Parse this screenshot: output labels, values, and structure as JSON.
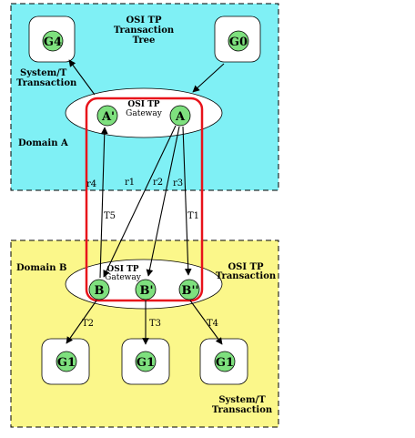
{
  "domain_a": {
    "label": "Domain A",
    "tree_title": [
      "OSI TP",
      "Transaction",
      "Tree"
    ],
    "system_t_label": [
      "System/T",
      "Transaction"
    ],
    "gateway_label": [
      "OSI TP",
      "Gateway"
    ],
    "nodes": {
      "g4": "G4",
      "g0": "G0",
      "a_prime": "A'",
      "a": "A"
    }
  },
  "domain_b": {
    "label": "Domain B",
    "osi_tp_transaction_label": [
      "OSI TP",
      "Transaction"
    ],
    "system_t_label": [
      "System/T",
      "Transaction"
    ],
    "gateway_label": [
      "OSI TP",
      "Gateway"
    ],
    "nodes": {
      "b": "B",
      "b_prime": "B'",
      "b_double_prime": "B''",
      "g1_left": "G1",
      "g1_mid": "G1",
      "g1_right": "G1"
    }
  },
  "edge_labels": {
    "r1": "r1",
    "r2": "r2",
    "r3": "r3",
    "r4": "r4",
    "t1": "T1",
    "t2": "T2",
    "t3": "T3",
    "t4": "T4",
    "t5": "T5"
  },
  "colors": {
    "domain_a_fill": "#7ff0f5",
    "domain_b_fill": "#fbf78a",
    "node_fill": "#7ee07e",
    "highlight_border": "#e8121a"
  }
}
